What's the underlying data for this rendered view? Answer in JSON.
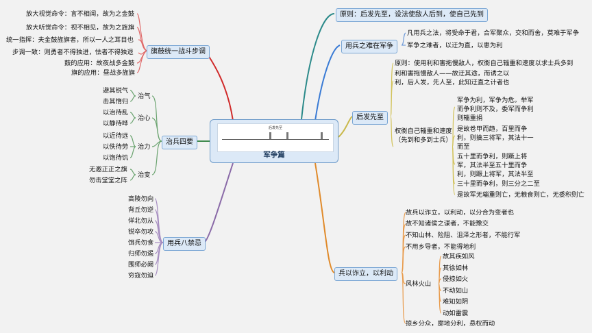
{
  "central": {
    "title": "军争篇",
    "thumb_caption": "后发先至"
  },
  "left": {
    "qigu": {
      "label": "旗鼓统一战斗步调",
      "items": [
        "放大视觉命令：言不相闻，故为之金鼓",
        "放大听觉命令：视不相见，故为之旌旗",
        "统一指挥：夫金鼓旌旗者，所以一人之耳目也",
        "步调一致：则勇者不得独进，怯者不得独退",
        "鼓的应用：故夜战多金鼓",
        "旗的应用：昼战多旌旗"
      ]
    },
    "zhibing": {
      "label": "治兵四要",
      "groups": [
        {
          "label": "治气",
          "items": [
            "避其锐气",
            "击其惰归"
          ]
        },
        {
          "label": "治心",
          "items": [
            "以治待乱",
            "以静待哗"
          ]
        },
        {
          "label": "治力",
          "items": [
            "以近待远",
            "以佚待劳",
            "以饱待饥"
          ]
        },
        {
          "label": "治变",
          "items": [
            "无邀正正之旗",
            "勿击堂堂之阵"
          ]
        }
      ]
    },
    "bajin": {
      "label": "用兵八禁忌",
      "items": [
        "高陵勿向",
        "背丘勿逆",
        "佯北勿从",
        "锐卒勿攻",
        "饵兵勿食",
        "归师勿遏",
        "围师必阙",
        "穷寇勿迫"
      ]
    }
  },
  "right": {
    "yuanze": "原则：后发先至，设法使敌人后到，使自己先到",
    "nan": {
      "label": "用兵之难在军争",
      "items": [
        "凡用兵之法，将受命于君，合军聚众，交和而舍，莫难于军争",
        "军争之难者，以迂为直，以患为利"
      ]
    },
    "houfa": {
      "label": "后发先至",
      "principle": "原则：使用利和害拖慢敌人，权衡自己辎重和速度以求士兵多到",
      "liyong": "利和害拖慢敌人——故迂其途，而诱之以利，后人发，先人至，此知迂直之计者也",
      "quanheng": {
        "label": "权衡自己辎重和速度（先到和多到士兵）",
        "items": [
          "军争为利，军争为危。举军而争利则不及，委军而争利则辎重捐",
          "是故卷甲而趋，百里而争利，则擒三将军，其法十一而至",
          "五十里而争利，则蹶上将军，其法半至五十里而争利，则蹶上将军，其法半至",
          "三十里而争利，则三分之二至",
          "是故军无辎重则亡，无粮食则亡，无委积则亡"
        ]
      }
    },
    "zhali": {
      "label": "兵以诈立，以利动",
      "items": [
        "故兵以诈立，以利动，以分合为变者也",
        "故不知诸侯之谋者，不能豫交",
        "不知山林、险阻、沮泽之形者，不能行军",
        "不用乡导者，不能得地利"
      ],
      "fenglin": {
        "label": "风林火山",
        "items": [
          "故其疾如风",
          "其徐如林",
          "侵掠如火",
          "不动如山",
          "难知如阴",
          "动如雷震"
        ]
      },
      "last": "掠乡分众，廓地分利，悬权而动"
    }
  }
}
